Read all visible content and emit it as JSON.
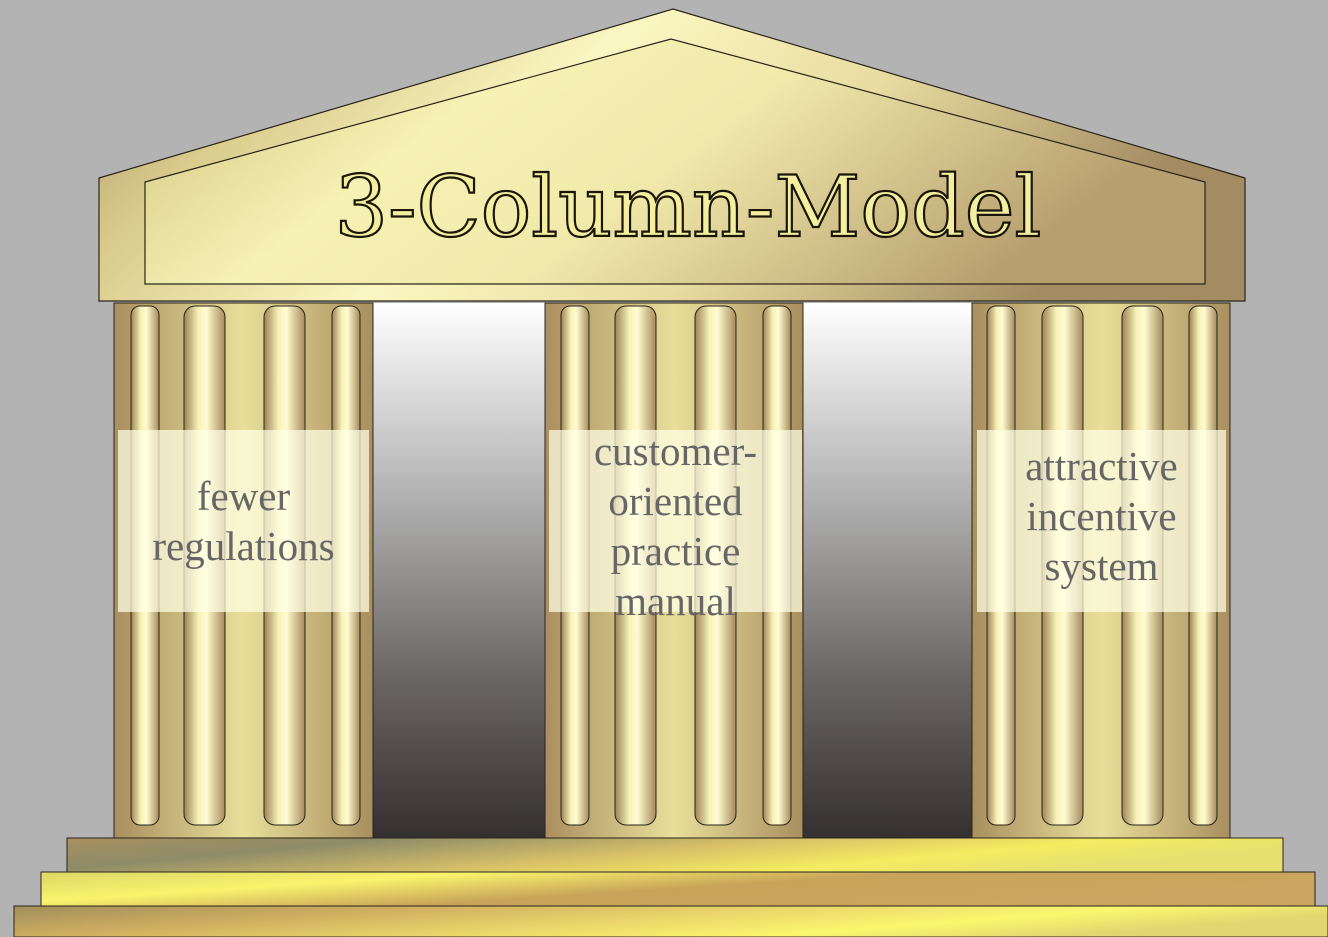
{
  "diagram": {
    "title": "3-Column-Model",
    "columns": [
      {
        "lines": [
          "fewer",
          "regulations"
        ]
      },
      {
        "lines": [
          "customer-",
          "oriented",
          "practice",
          "manual"
        ]
      },
      {
        "lines": [
          "attractive",
          "incentive",
          "system"
        ]
      }
    ]
  },
  "colors": {
    "background": "#b3b3b3",
    "gold_light": "#fbf7c0",
    "gold_mid": "#e2d48f",
    "gold_dark": "#a08a60",
    "step_bright": "#f7f46a",
    "gap_top": "#ffffff",
    "gap_bottom": "#353030",
    "label_text": "#666666",
    "title_outline": "#1b1608"
  }
}
